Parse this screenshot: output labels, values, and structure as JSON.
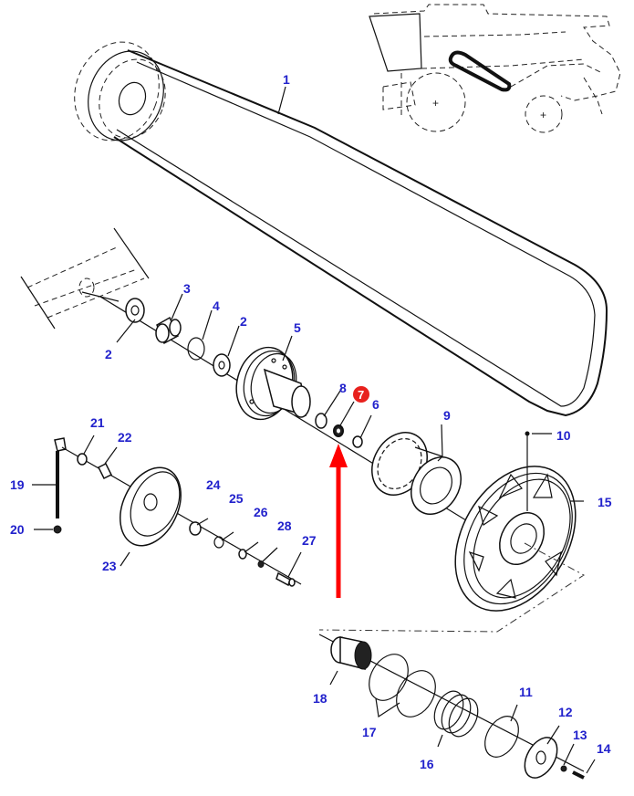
{
  "diagram": {
    "title": "Belt drive pulley assembly exploded view",
    "highlight": {
      "part_number": "7",
      "badge_color": "#e8211d",
      "arrow_color": "#ff0000"
    },
    "label_color": "#2222cc",
    "callouts": [
      {
        "id": "1",
        "part": "belt"
      },
      {
        "id": "2",
        "part": "bearing-left"
      },
      {
        "id": "3",
        "part": "spacer-sleeve"
      },
      {
        "id": "4",
        "part": "snap-ring"
      },
      {
        "id": "2",
        "part": "bearing-right"
      },
      {
        "id": "5",
        "part": "hub-pulley"
      },
      {
        "id": "8",
        "part": "washer"
      },
      {
        "id": "7",
        "part": "nut-highlighted"
      },
      {
        "id": "6",
        "part": "bushing"
      },
      {
        "id": "9",
        "part": "clutch-plates"
      },
      {
        "id": "10",
        "part": "grease-fitting"
      },
      {
        "id": "15",
        "part": "large-pulley"
      },
      {
        "id": "19",
        "part": "bolt-bracket"
      },
      {
        "id": "20",
        "part": "nut"
      },
      {
        "id": "21",
        "part": "washer"
      },
      {
        "id": "22",
        "part": "spacer"
      },
      {
        "id": "23",
        "part": "idler-pulley"
      },
      {
        "id": "24",
        "part": "bearing"
      },
      {
        "id": "25",
        "part": "snap-ring"
      },
      {
        "id": "26",
        "part": "washer"
      },
      {
        "id": "28",
        "part": "lock-washer"
      },
      {
        "id": "27",
        "part": "bolt"
      },
      {
        "id": "18",
        "part": "bushing"
      },
      {
        "id": "17",
        "part": "friction-rings"
      },
      {
        "id": "16",
        "part": "spring"
      },
      {
        "id": "11",
        "part": "ring"
      },
      {
        "id": "12",
        "part": "plate"
      },
      {
        "id": "13",
        "part": "nut"
      },
      {
        "id": "14",
        "part": "screw"
      }
    ]
  }
}
